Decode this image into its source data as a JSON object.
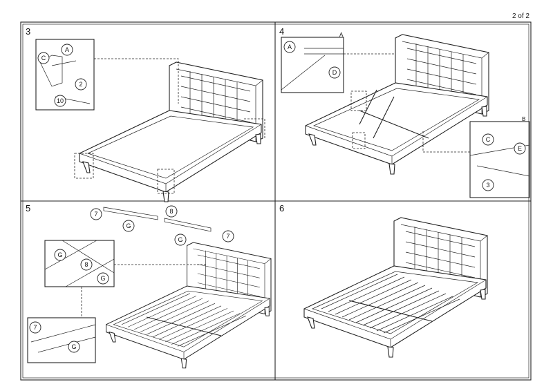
{
  "page_number": "2 of 2",
  "steps": [
    {
      "number": "3",
      "callouts": [
        "A",
        "C",
        "2",
        "10"
      ]
    },
    {
      "number": "4",
      "detail_a_tag": "A",
      "detail_b_tag": "B",
      "callouts": [
        "A",
        "D",
        "C",
        "E",
        "3"
      ]
    },
    {
      "number": "5",
      "callouts": [
        "7",
        "8",
        "G",
        "G",
        "7",
        "G",
        "8",
        "G",
        "7",
        "G"
      ]
    },
    {
      "number": "6"
    }
  ]
}
